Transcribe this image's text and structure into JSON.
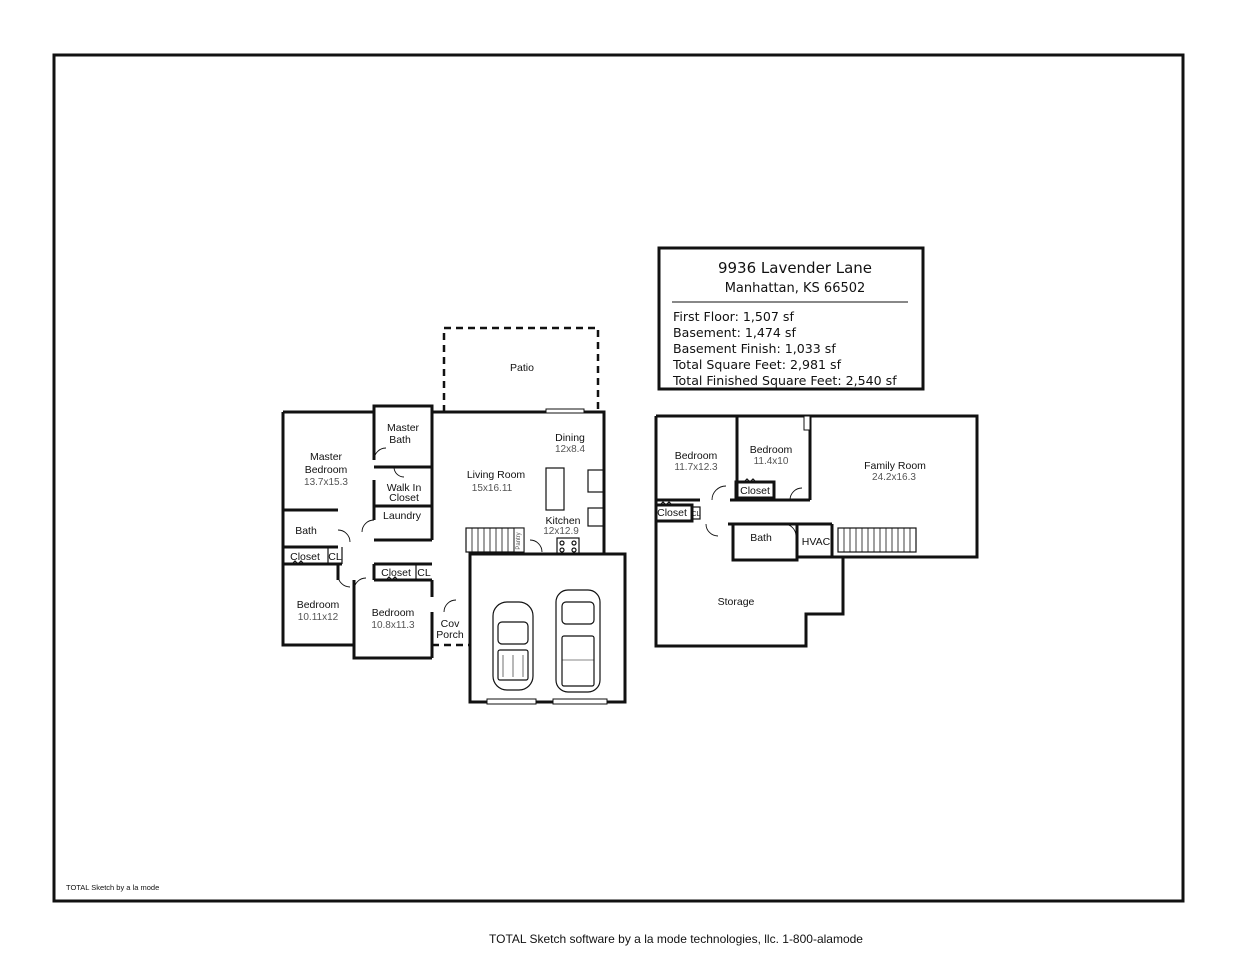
{
  "info": {
    "address_line1": "9936 Lavender Lane",
    "address_line2": "Manhattan, KS 66502",
    "lines": [
      "First Floor: 1,507 sf",
      "Basement: 1,474 sf",
      "Basement Finish: 1,033 sf",
      "Total Square Feet: 2,981 sf",
      "Total Finished Square Feet: 2,540 sf"
    ]
  },
  "first_floor": {
    "patio": "Patio",
    "master_bedroom": {
      "name_line1": "Master",
      "name_line2": "Bedroom",
      "dims": "13.7x15.3"
    },
    "master_bath": {
      "name_line1": "Master",
      "name_line2": "Bath"
    },
    "walk_in_closet": {
      "name_line1": "Walk In",
      "name_line2": "Closet"
    },
    "laundry": "Laundry",
    "bath": "Bath",
    "closet_left": "Closet",
    "cl_left": "CL",
    "closet_mid": "Closet",
    "cl_mid": "CL",
    "bedroom_left": {
      "name": "Bedroom",
      "dims": "10.11x12"
    },
    "bedroom_mid": {
      "name": "Bedroom",
      "dims": "10.8x11.3"
    },
    "living_room": {
      "name": "Living Room",
      "dims": "15x16.11"
    },
    "dining": {
      "name": "Dining",
      "dims": "12x8.4"
    },
    "kitchen": {
      "name": "Kitchen",
      "dims": "12x12.9"
    },
    "pantry": "Pantry",
    "cov_porch": {
      "name_line1": "Cov",
      "name_line2": "Porch"
    }
  },
  "basement": {
    "bedroom_left": {
      "name": "Bedroom",
      "dims": "11.7x12.3"
    },
    "bedroom_mid": {
      "name": "Bedroom",
      "dims": "11.4x10"
    },
    "closet_mid": "Closet",
    "closet_left": "Closet",
    "cl": "CL",
    "family_room": {
      "name": "Family Room",
      "dims": "24.2x16.3"
    },
    "bath": "Bath",
    "hvac": "HVAC",
    "storage": "Storage"
  },
  "sheet_note": "TOTAL Sketch by a la mode",
  "footer": "TOTAL Sketch software by a la mode technologies, llc. 1-800-alamode"
}
